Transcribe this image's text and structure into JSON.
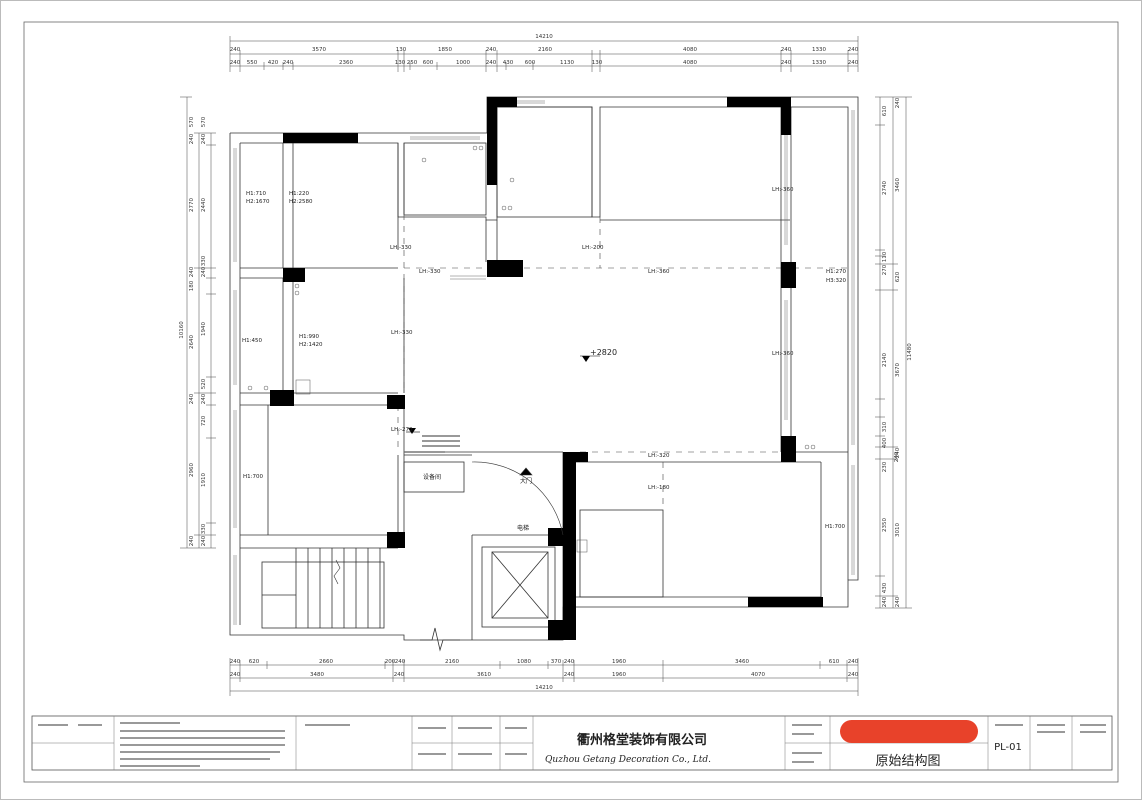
{
  "dims": {
    "top_total": "14210",
    "top_row1": [
      "240",
      "3570",
      "130",
      "1850",
      "240",
      "2160",
      "4080",
      "240",
      "1330",
      "240"
    ],
    "top_row2": [
      "240",
      "550",
      "420",
      "240",
      "2360",
      "130",
      "250",
      "600",
      "1000",
      "240",
      "430",
      "600",
      "1130",
      "130",
      "4080",
      "240",
      "1330",
      "240"
    ],
    "bottom_row1": [
      "240",
      "620",
      "2660",
      "200",
      "240",
      "2160",
      "1080",
      "370",
      "240",
      "1960",
      "3460",
      "610",
      "240"
    ],
    "bottom_row2": [
      "240",
      "3480",
      "240",
      "3610",
      "240",
      "1960",
      "4070",
      "240"
    ],
    "bottom_total": "14210",
    "left_row1": [
      "240",
      "570",
      "2440",
      "240",
      "330",
      "1940",
      "520",
      "240",
      "720",
      "1910",
      "330",
      "240"
    ],
    "left_row2": [
      "240",
      "570",
      "2770",
      "240",
      "180",
      "2640",
      "240",
      "2960",
      "240"
    ],
    "left_total": "10160",
    "right_row1": [
      "610",
      "2740",
      "110",
      "270",
      "2140",
      "310",
      "400",
      "230",
      "240",
      "2350",
      "430",
      "240"
    ],
    "right_row2": [
      "240",
      "3460",
      "620",
      "3670",
      "240",
      "3010",
      "240"
    ],
    "right_total": "11480"
  },
  "labels": {
    "h1_710": "H1:710",
    "h2_1670": "H2:1670",
    "h1_220": "H1:220",
    "h2_2580": "H2:2580",
    "h1_450": "H1:450",
    "h1_990": "H1:990",
    "h2_1420": "H2:1420",
    "h1_700_left": "H1:700",
    "h1_270": "H1:270",
    "h3_320": "H3:320",
    "h1_700_right": "H1:700",
    "lh_330_a": "LH:-330",
    "lh_330_b": "LH:-330",
    "lh_330_c": "LH:-330",
    "lh_200": "LH:-200",
    "lh_360_a": "LH:-360",
    "lh_360_b": "LH:-360",
    "lh_360_c": "LH:-360",
    "lh_270": "LH:-270",
    "lh_320": "LH:-320",
    "lh_180": "LH:-180",
    "elevation": "+2820",
    "equipment_room": "设备间",
    "main_door": "大门",
    "elevator": "电梯"
  },
  "title_block": {
    "company_cn": "衢州格堂装饰有限公司",
    "company_en": "Quzhou Getang Decoration Co., Ltd.",
    "drawing_title": "原始结构图",
    "drawing_number": "PL-01",
    "badge_color": "#e8422a"
  }
}
